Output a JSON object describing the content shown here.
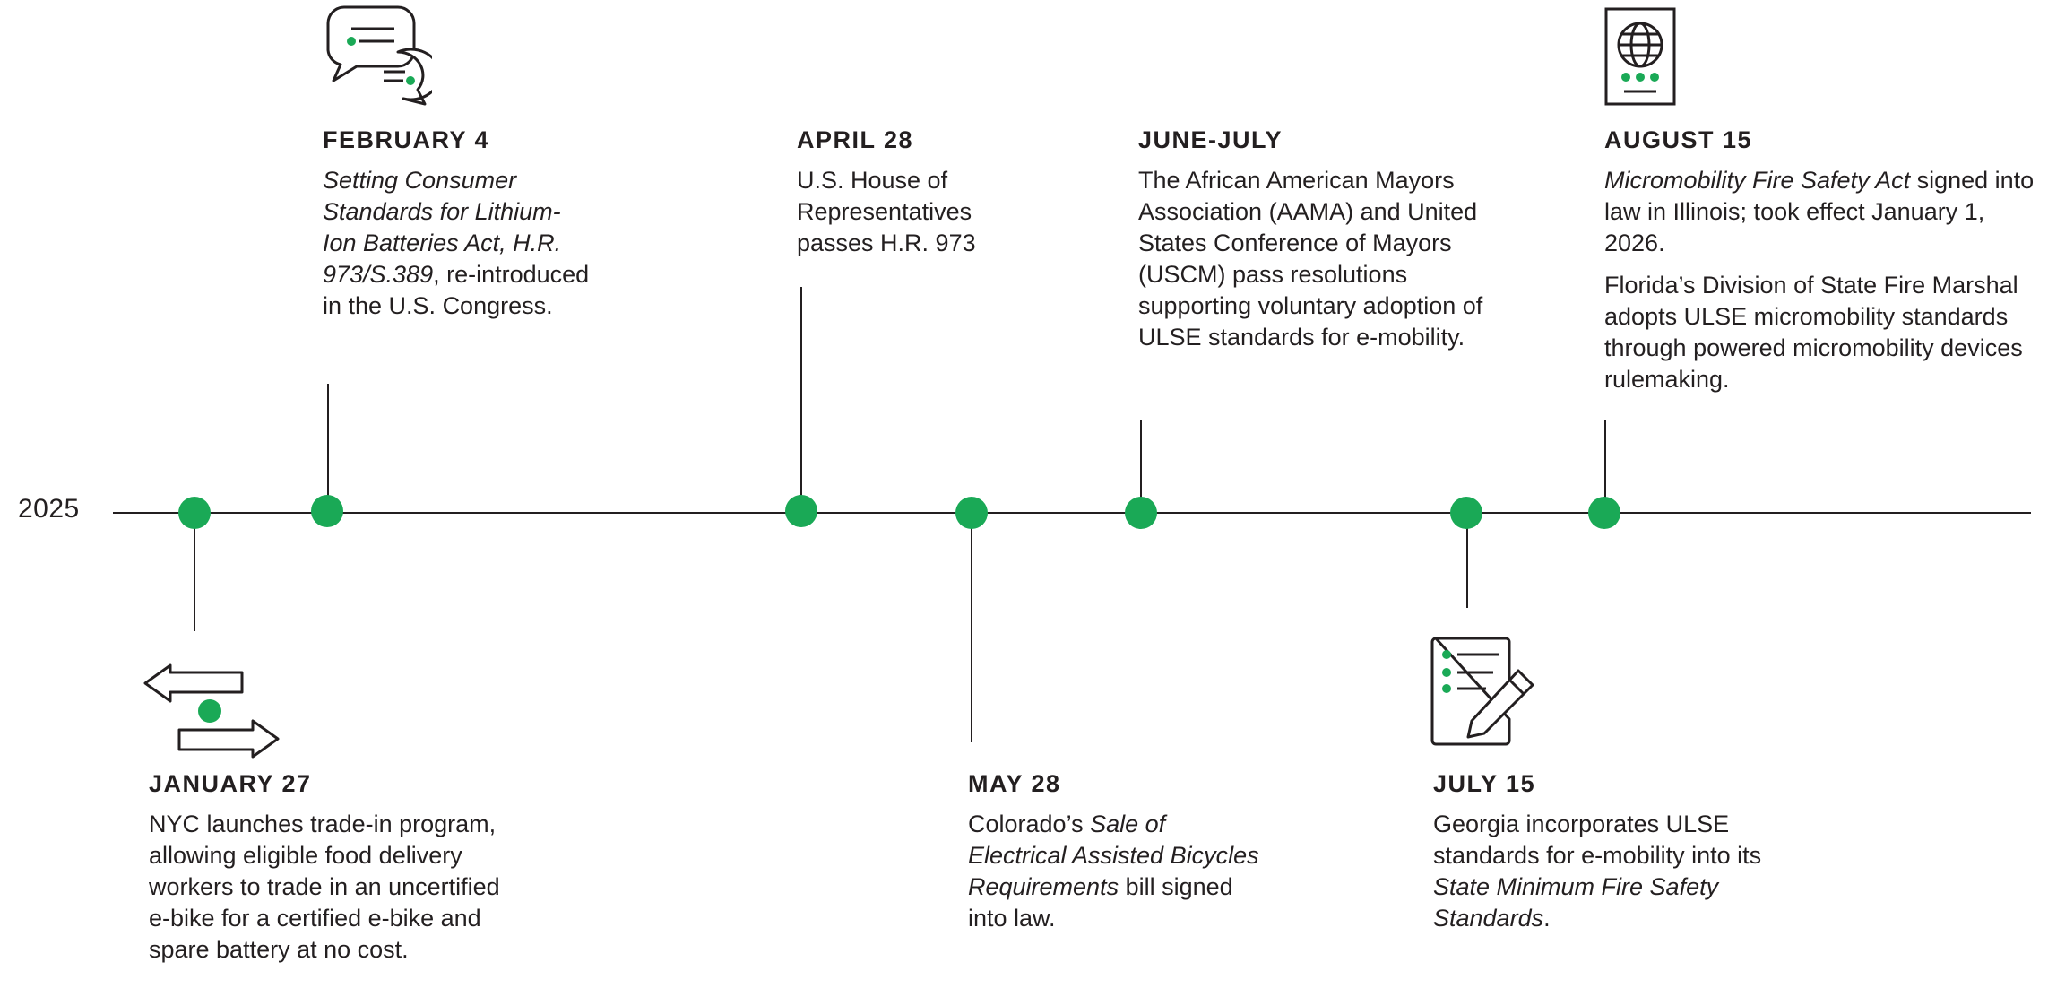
{
  "timeline": {
    "year": "2025",
    "accent_color": "#1aa956",
    "line_color": "#231f20"
  },
  "events": {
    "jan27": {
      "date": "JANUARY 27",
      "icon": "trade-arrows-icon",
      "desc": [
        {
          "t": "NYC launches trade-in program, allowing eligible food delivery workers to trade in an uncertified e-bike for a certified e-bike and spare battery at no cost.",
          "i": false
        }
      ]
    },
    "feb4": {
      "date": "FEBRUARY 4",
      "icon": "speech-bubbles-icon",
      "desc": [
        {
          "t": "Setting Consumer Standards for Lithium-Ion Batteries Act, H.R. 973/S.389",
          "i": true
        },
        {
          "t": ", re-introduced in the U.S. Congress.",
          "i": false
        }
      ]
    },
    "apr28": {
      "date": "APRIL 28",
      "desc": [
        {
          "t": "U.S. House of Representatives passes H.R. 973",
          "i": false
        }
      ]
    },
    "may28": {
      "date": "MAY 28",
      "desc": [
        {
          "t": "Colorado’s ",
          "i": false
        },
        {
          "t": "Sale of Electrical Assisted Bicycles Requirements",
          "i": true
        },
        {
          "t": " bill signed into law.",
          "i": false
        }
      ]
    },
    "junjul": {
      "date": "JUNE-JULY",
      "desc": [
        {
          "t": "The African American Mayors Association (AAMA) and United States Conference of Mayors (USCM) pass resolutions supporting voluntary adoption of ULSE standards for e-mobility.",
          "i": false
        }
      ]
    },
    "jul15": {
      "date": "JULY 15",
      "icon": "checklist-pencil-icon",
      "desc": [
        {
          "t": "Georgia incorporates ULSE standards for e-mobility into its ",
          "i": false
        },
        {
          "t": "State Minimum Fire Safety Standards",
          "i": true
        },
        {
          "t": ".",
          "i": false
        }
      ]
    },
    "aug15": {
      "date": "AUGUST 15",
      "icon": "globe-document-icon",
      "desc": [
        {
          "t": "Micromobility Fire Safety Act",
          "i": true
        },
        {
          "t": " signed into law in Illinois; took effect January 1, 2026.",
          "i": false
        }
      ],
      "desc2": [
        {
          "t": "Florida’s Division of State Fire Marshal adopts ULSE micromobility standards through powered micromobility devices rulemaking.",
          "i": false
        }
      ]
    }
  }
}
